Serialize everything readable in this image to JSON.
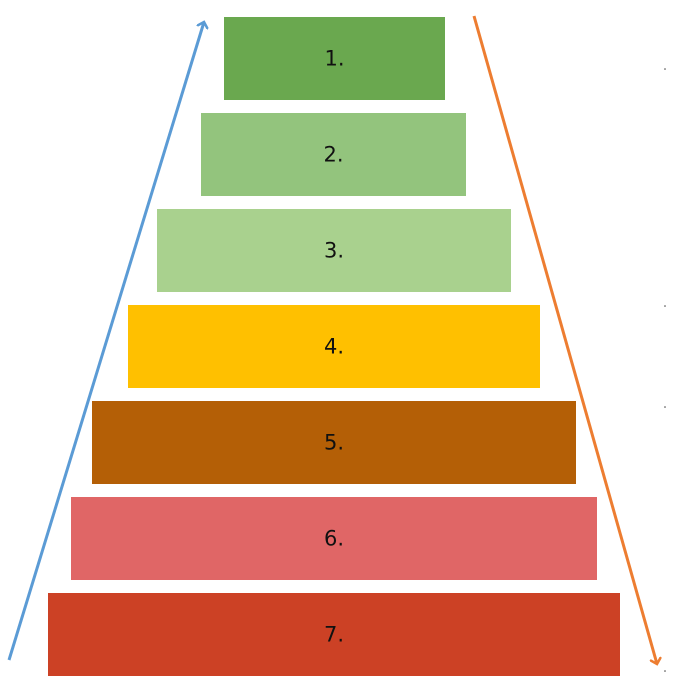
{
  "tiers": [
    {
      "label": "1.",
      "color": "#6aa84f"
    },
    {
      "label": "2.",
      "color": "#93c47d"
    },
    {
      "label": "3.",
      "color": "#a9d18e"
    },
    {
      "label": "4.",
      "color": "#ffc000"
    },
    {
      "label": "5.",
      "color": "#b45f06"
    },
    {
      "label": "6.",
      "color": "#e06666"
    },
    {
      "label": "7.",
      "color": "#cc4125"
    }
  ],
  "arrows": {
    "up": {
      "color": "#5b9bd5"
    },
    "down": {
      "color": "#ed7d31"
    }
  }
}
